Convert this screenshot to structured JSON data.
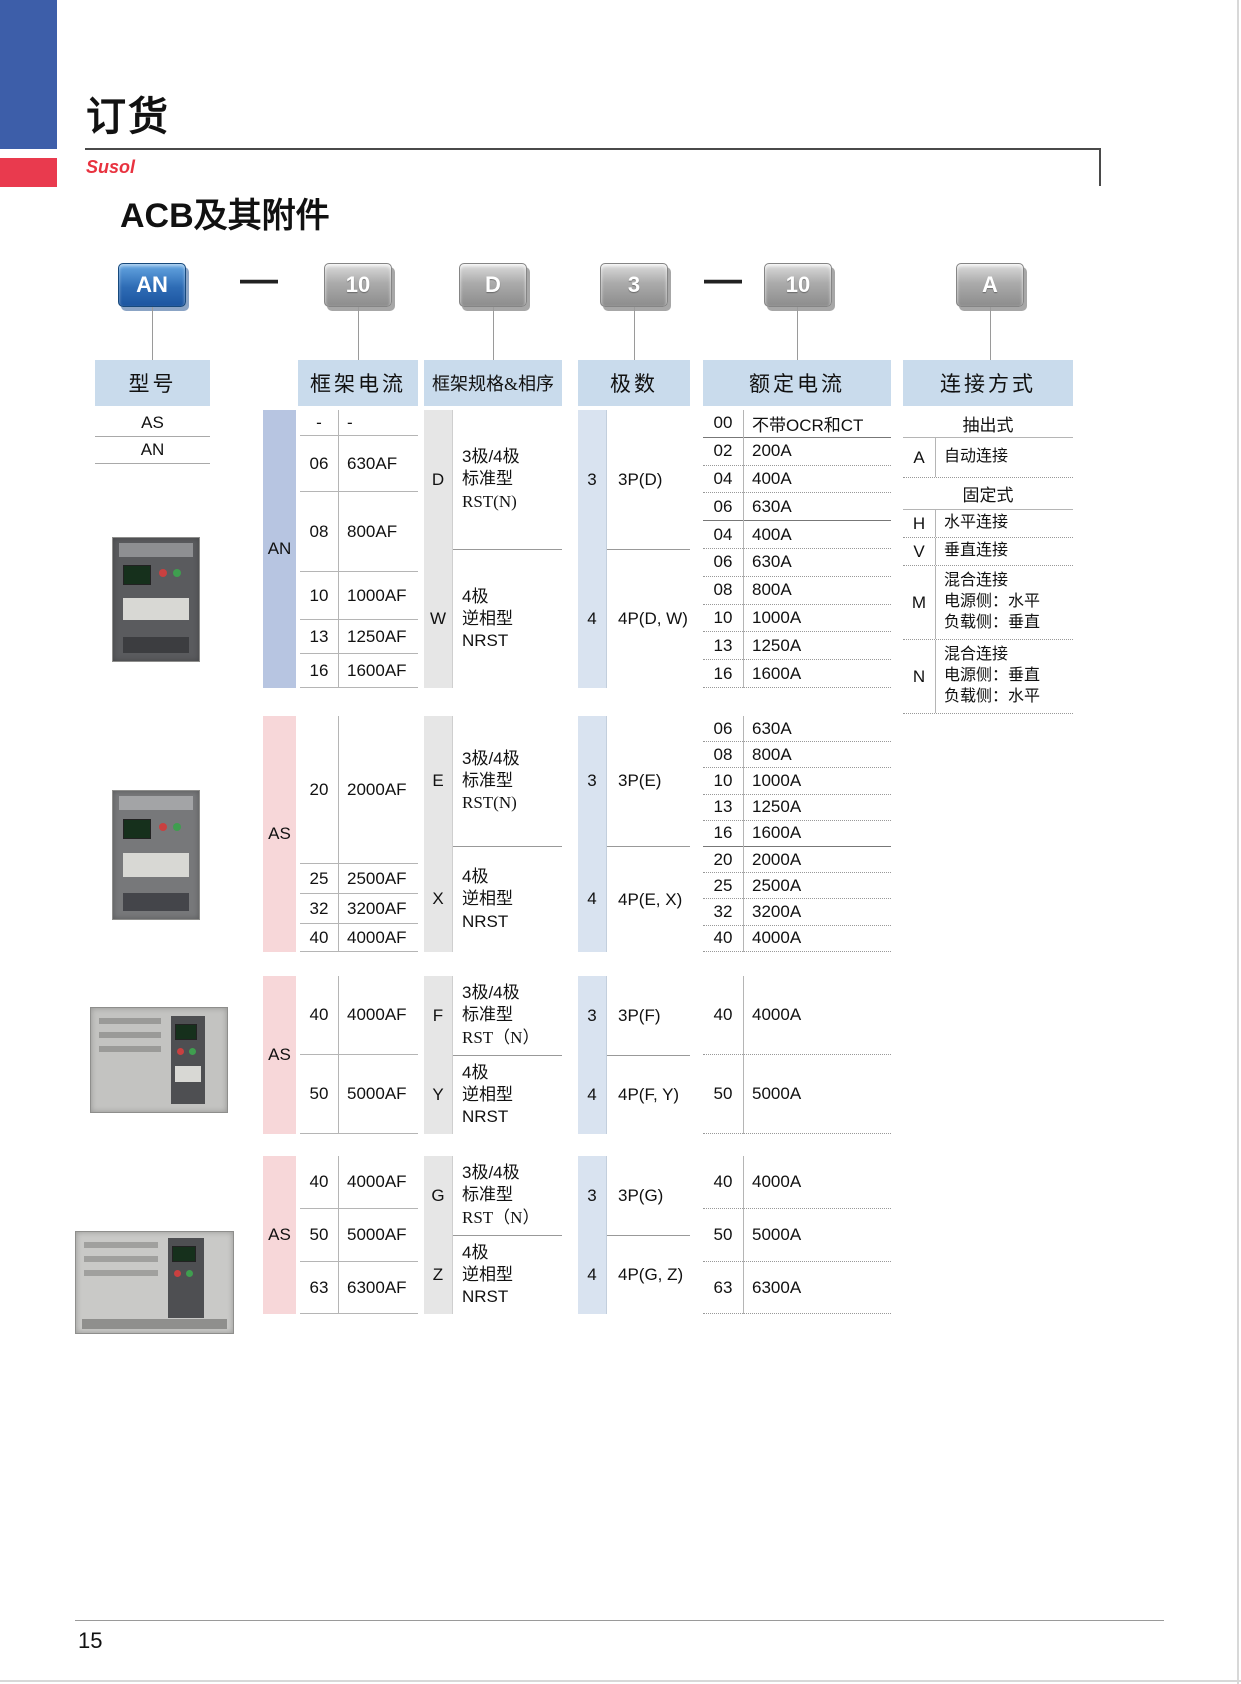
{
  "page": {
    "title": "订货",
    "brand": "Susol",
    "section_title": "ACB及其附件",
    "page_number": "15"
  },
  "code_builder": {
    "segments": {
      "model": "AN",
      "dash1": "—",
      "frame_current": "10",
      "frame_spec": "D",
      "poles": "3",
      "dash2": "—",
      "rated_current": "10",
      "connection": "A"
    }
  },
  "column_headers": {
    "model": "型号",
    "frame_current": "框架电流",
    "frame_spec": "框架规格&相序",
    "poles": "极数",
    "rated_current": "额定电流",
    "connection": "连接方式"
  },
  "model_options": [
    "AS",
    "AN"
  ],
  "groups": {
    "an": {
      "model": "AN",
      "frame_current": [
        {
          "code": "-",
          "value": "-"
        },
        {
          "code": "06",
          "value": "630AF"
        },
        {
          "code": "08",
          "value": "800AF"
        },
        {
          "code": "10",
          "value": "1000AF"
        },
        {
          "code": "13",
          "value": "1250AF"
        },
        {
          "code": "16",
          "value": "1600AF"
        }
      ],
      "frame_spec": [
        {
          "code": "D",
          "line1": "3极/4极",
          "line2": "标准型",
          "line3": "RST(N)"
        },
        {
          "code": "W",
          "line1": "4极",
          "line2": "逆相型",
          "line3": "NRST"
        }
      ],
      "poles": [
        {
          "code": "3",
          "label": "3P(D)"
        },
        {
          "code": "4",
          "label": "4P(D, W)"
        }
      ],
      "rated_current": [
        {
          "code": "00",
          "value": "不带OCR和CT"
        },
        {
          "code": "02",
          "value": "200A"
        },
        {
          "code": "04",
          "value": "400A"
        },
        {
          "code": "06",
          "value": "630A"
        },
        {
          "code": "04",
          "value": "400A"
        },
        {
          "code": "06",
          "value": "630A"
        },
        {
          "code": "08",
          "value": "800A"
        },
        {
          "code": "10",
          "value": "1000A"
        },
        {
          "code": "13",
          "value": "1250A"
        },
        {
          "code": "16",
          "value": "1600A"
        }
      ]
    },
    "as1": {
      "model": "AS",
      "frame_current": [
        {
          "code": "20",
          "value": "2000AF"
        },
        {
          "code": "25",
          "value": "2500AF"
        },
        {
          "code": "32",
          "value": "3200AF"
        },
        {
          "code": "40",
          "value": "4000AF"
        }
      ],
      "frame_spec": [
        {
          "code": "E",
          "line1": "3极/4极",
          "line2": "标准型",
          "line3": "RST(N)"
        },
        {
          "code": "X",
          "line1": "4极",
          "line2": "逆相型",
          "line3": "NRST"
        }
      ],
      "poles": [
        {
          "code": "3",
          "label": "3P(E)"
        },
        {
          "code": "4",
          "label": "4P(E, X)"
        }
      ],
      "rated_current": [
        {
          "code": "06",
          "value": "630A"
        },
        {
          "code": "08",
          "value": "800A"
        },
        {
          "code": "10",
          "value": "1000A"
        },
        {
          "code": "13",
          "value": "1250A"
        },
        {
          "code": "16",
          "value": "1600A"
        },
        {
          "code": "20",
          "value": "2000A"
        },
        {
          "code": "25",
          "value": "2500A"
        },
        {
          "code": "32",
          "value": "3200A"
        },
        {
          "code": "40",
          "value": "4000A"
        }
      ]
    },
    "as2": {
      "model": "AS",
      "frame_current": [
        {
          "code": "40",
          "value": "4000AF"
        },
        {
          "code": "50",
          "value": "5000AF"
        }
      ],
      "frame_spec": [
        {
          "code": "F",
          "line1": "3极/4极",
          "line2": "标准型",
          "line3": "RST（N）"
        },
        {
          "code": "Y",
          "line1": "4极",
          "line2": "逆相型",
          "line3": "NRST"
        }
      ],
      "poles": [
        {
          "code": "3",
          "label": "3P(F)"
        },
        {
          "code": "4",
          "label": "4P(F, Y)"
        }
      ],
      "rated_current": [
        {
          "code": "40",
          "value": "4000A"
        },
        {
          "code": "50",
          "value": "5000A"
        }
      ]
    },
    "as3": {
      "model": "AS",
      "frame_current": [
        {
          "code": "40",
          "value": "4000AF"
        },
        {
          "code": "50",
          "value": "5000AF"
        },
        {
          "code": "63",
          "value": "6300AF"
        }
      ],
      "frame_spec": [
        {
          "code": "G",
          "line1": "3极/4极",
          "line2": "标准型",
          "line3": "RST（N）"
        },
        {
          "code": "Z",
          "line1": "4极",
          "line2": "逆相型",
          "line3": "NRST"
        }
      ],
      "poles": [
        {
          "code": "3",
          "label": "3P(G)"
        },
        {
          "code": "4",
          "label": "4P(G, Z)"
        }
      ],
      "rated_current": [
        {
          "code": "40",
          "value": "4000A"
        },
        {
          "code": "50",
          "value": "5000A"
        },
        {
          "code": "63",
          "value": "6300A"
        }
      ]
    }
  },
  "connection": {
    "drawout": {
      "title": "抽出式",
      "rows": [
        {
          "code": "A",
          "line1": "自动连接"
        }
      ]
    },
    "fixed": {
      "title": "固定式",
      "rows": [
        {
          "code": "H",
          "line1": "水平连接"
        },
        {
          "code": "V",
          "line1": "垂直连接"
        },
        {
          "code": "M",
          "line1": "混合连接",
          "line2": "电源侧：水平",
          "line3": "负载侧：垂直"
        },
        {
          "code": "N",
          "line1": "混合连接",
          "line2": "电源侧：垂直",
          "line3": "负载侧：水平"
        }
      ]
    }
  },
  "colors": {
    "accent_blue": "#3d5ea9",
    "accent_red": "#e93a4e",
    "brand_red": "#e8323f",
    "header_bg": "#c9dbec",
    "an_sidebar_bg": "#b7c5e1",
    "as_sidebar_bg": "#f7d7d9",
    "button_blue": "#2e6cb5"
  }
}
